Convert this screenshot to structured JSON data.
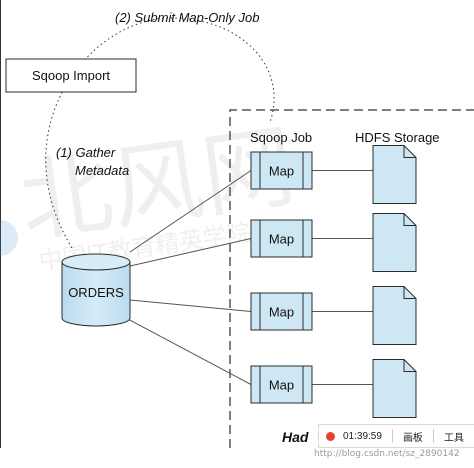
{
  "diagram": {
    "sqoop_import": "Sqoop Import",
    "submit_label": "(2) Submit Map-Only Job",
    "gather_label_1": "(1) Gather",
    "gather_label_2": "Metadata",
    "sqoop_job": "Sqoop Job",
    "hdfs_storage": "HDFS Storage",
    "orders": "ORDERS",
    "map_labels": [
      "Map",
      "Map",
      "Map",
      "Map"
    ],
    "hadoop_label": "Had"
  },
  "watermark": {
    "large": "北风网",
    "small": "中国IT教育精英学院"
  },
  "player": {
    "time": "01:39:59",
    "canvas_label": "画板",
    "tools_label": "工具"
  },
  "footer": {
    "url_text": "http://blog.csdn.net/sz_2890142"
  },
  "colors": {
    "box_fill": "#cde7f5",
    "box_stroke": "#2b2b2b",
    "dashed_stroke": "#555555",
    "record_dot": "#e8412f"
  }
}
